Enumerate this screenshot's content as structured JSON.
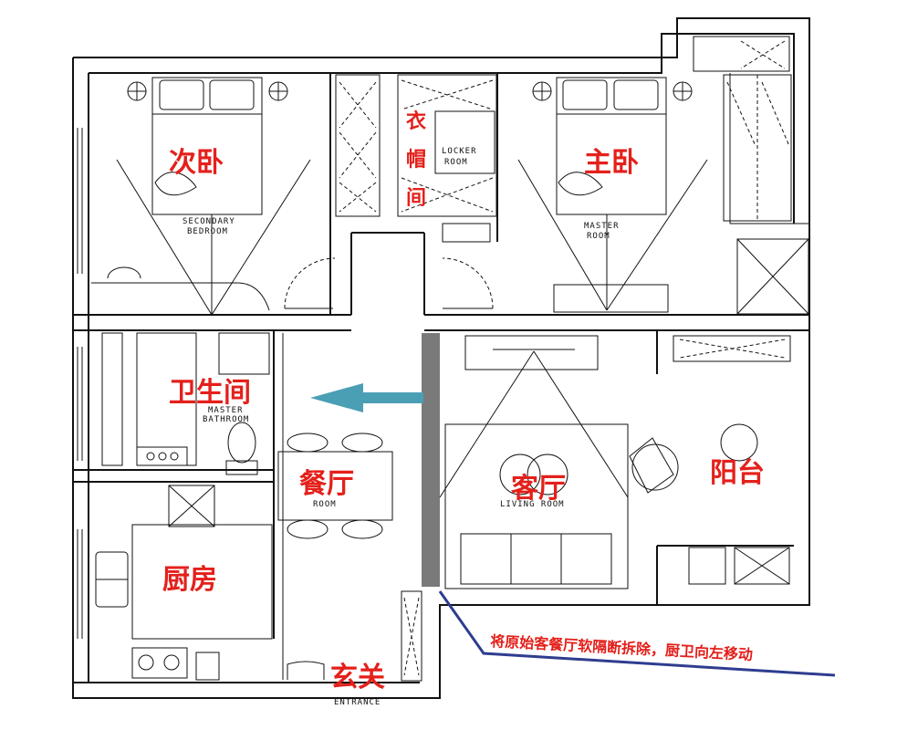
{
  "rooms": {
    "second_bedroom": {
      "label": "次卧",
      "sub_line1": "SECONDARY",
      "sub_line2": "BEDROOM"
    },
    "cloakroom": {
      "label_1": "衣",
      "label_2": "帽",
      "label_3": "间",
      "sub_line1": "LOCKER",
      "sub_line2": "ROOM"
    },
    "master_bedroom": {
      "label": "主卧",
      "sub_line1": "MASTER",
      "sub_line2": "ROOM"
    },
    "bathroom": {
      "label": "卫生间",
      "sub_line1": "MASTER",
      "sub_line2": "BATHROOM"
    },
    "dining": {
      "label": "餐厅",
      "sub_line1": "ROOM"
    },
    "living": {
      "label": "客厅",
      "sub_line1": "LIVING ROOM"
    },
    "balcony": {
      "label": "阳台"
    },
    "kitchen": {
      "label": "厨房"
    },
    "entrance": {
      "label": "玄关",
      "sub_line1": "ENTRANCE"
    }
  },
  "annotation": {
    "text": "将原始客餐厅软隔断拆除，厨卫向左移动"
  },
  "colors": {
    "label": "#e4201b",
    "arrow": "#4a9fb5",
    "leader": "#2e3d8f",
    "partition": "#7a7a7a",
    "line": "#111111"
  },
  "icons": [
    "arrow-left-icon",
    "lamp-icon",
    "bed-icon",
    "sofa-icon",
    "toilet-icon",
    "stove-icon",
    "sink-icon",
    "armchair-icon"
  ]
}
